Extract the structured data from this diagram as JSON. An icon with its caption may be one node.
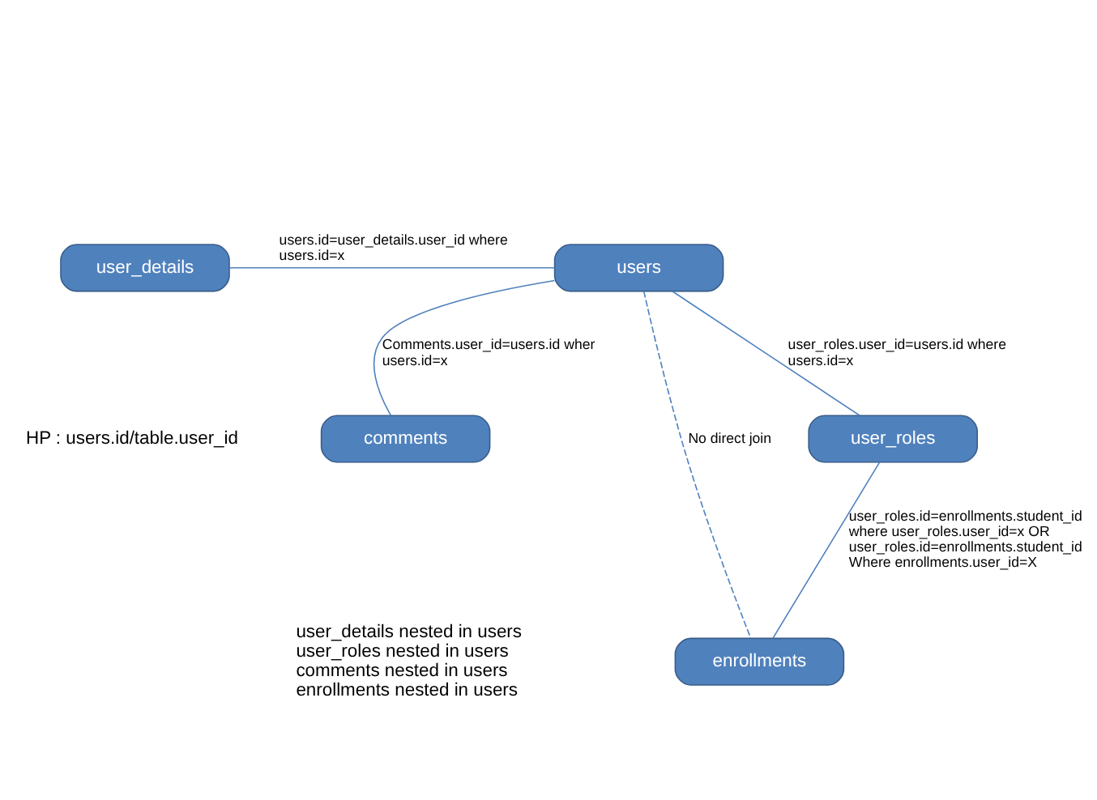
{
  "diagram": {
    "nodes": [
      {
        "text": [
          "user_details"
        ]
      },
      {
        "text": [
          "users"
        ]
      },
      {
        "text": [
          "user_roles"
        ]
      },
      {
        "text": [
          "comments"
        ]
      },
      {
        "text": [
          "enrollments"
        ]
      }
    ],
    "edges": [
      {
        "from": 0,
        "to": 1,
        "arrow": "none",
        "label": "users.id=user_details.user_id where users.id=x"
      },
      {
        "from": 1,
        "to": 2,
        "arrow": "none",
        "label": "user_roles.user_id=users.id where users.id=x"
      },
      {
        "from": 1,
        "to": 3,
        "arrow": "none",
        "label": "Comments.user_id=users.id wher users.id=x"
      },
      {
        "from": 1,
        "to": 4,
        "arrow": "none",
        "style": "dashed",
        "label": "No direct join"
      },
      {
        "from": 2,
        "to": 4,
        "arrow": "none",
        "label": "user_roles.id=enrollments.student_id where user_roles.user_id=x OR user_roles.id=enrollments.student_id Where enrollments.user_id=X"
      }
    ],
    "labels": [
      "HP : users.id/table.user_id",
      "user_details nested in users",
      "user_roles nested in users",
      "comments nested in users",
      "enrollments nested in users"
    ]
  }
}
